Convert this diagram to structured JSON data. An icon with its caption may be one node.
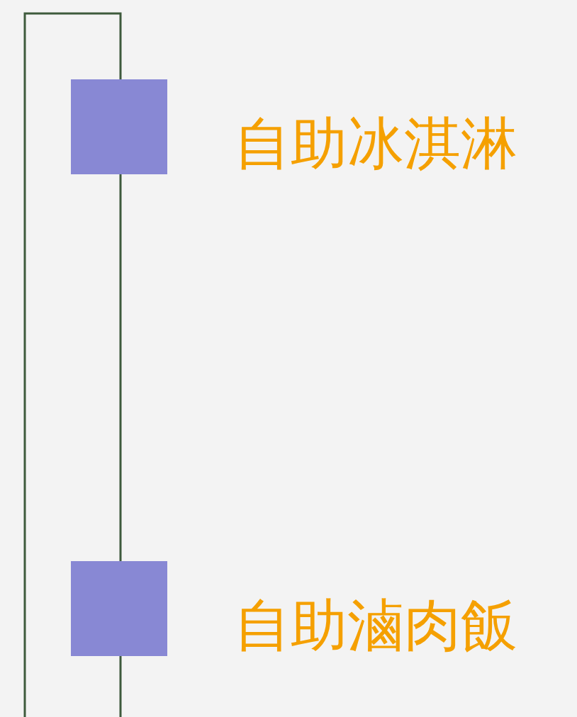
{
  "diagram": {
    "nodes": [
      {
        "text": [],
        "shape": "box",
        "beside": [
          "自助冰淇淋"
        ]
      },
      {
        "text": [],
        "shape": "box",
        "beside": [
          "自助滷肉飯"
        ]
      }
    ],
    "edges": [
      {
        "from": 0,
        "to": 1,
        "arrow": "none"
      }
    ]
  }
}
